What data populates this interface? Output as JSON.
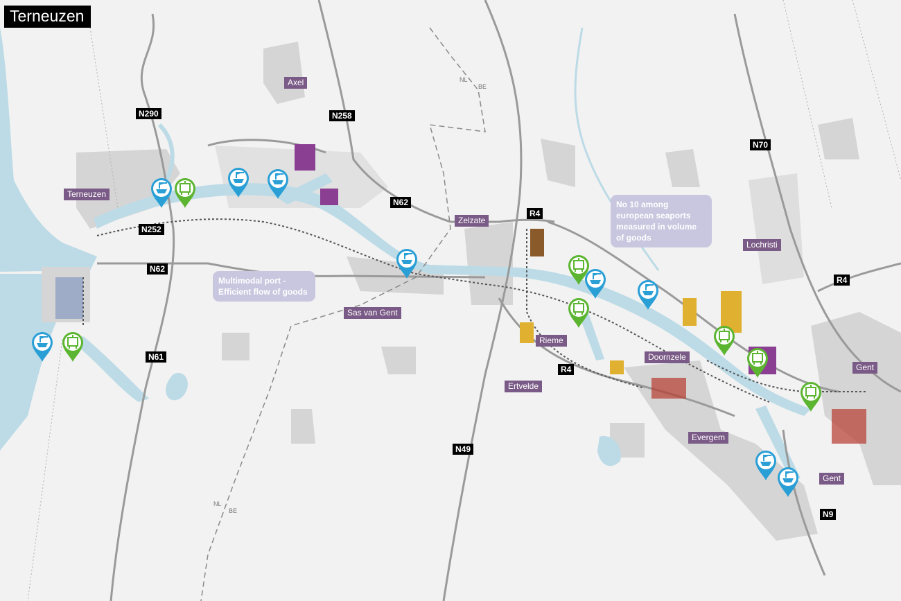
{
  "title": "Terneuzen",
  "roads": [
    "N290",
    "N258",
    "N62",
    "N252",
    "N62",
    "N61",
    "R4",
    "N70",
    "R4",
    "R4",
    "N49",
    "N9"
  ],
  "places": [
    "Axel",
    "Terneuzen",
    "Zelzate",
    "Sas van Gent",
    "Rieme",
    "Ertvelde",
    "Doornzele",
    "Lochristi",
    "Evergem",
    "Gent",
    "Gent"
  ],
  "callouts": [
    "Multimodal port - Efficient flow of goods",
    "No 10 among european seaports measured in volume of goods"
  ],
  "border_labels": [
    "NL",
    "BE",
    "NL",
    "BE"
  ],
  "colors": {
    "water": "#bcdbe6",
    "urban": "#d5d5d5",
    "label_bg": "#7a5a86",
    "callout_bg": "#c9c6df",
    "pin_blue": "#2a9fd6",
    "pin_green": "#5cb531"
  },
  "pins": [
    {
      "type": "blue-ship-crane-icon"
    },
    {
      "type": "green-rail-crane-icon"
    },
    {
      "type": "blue-ship-crane-icon"
    },
    {
      "type": "blue-ship-crane-icon"
    },
    {
      "type": "blue-ship-crane-icon"
    },
    {
      "type": "blue-ship-crane-icon"
    },
    {
      "type": "green-rail-crane-icon"
    },
    {
      "type": "green-rail-crane-icon"
    },
    {
      "type": "blue-ship-crane-icon"
    },
    {
      "type": "green-rail-crane-icon"
    },
    {
      "type": "blue-ship-crane-icon"
    },
    {
      "type": "green-rail-crane-icon"
    },
    {
      "type": "green-rail-crane-icon"
    },
    {
      "type": "green-rail-crane-icon"
    },
    {
      "type": "blue-ship-crane-icon"
    },
    {
      "type": "blue-ship-crane-icon"
    }
  ]
}
